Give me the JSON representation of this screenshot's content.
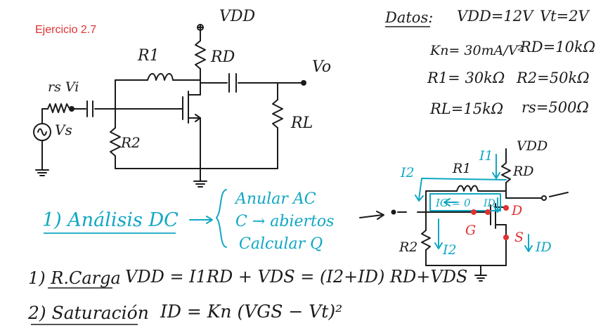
{
  "title": "Ejercicio 2.7",
  "colors": {
    "ink": "#1b1b1b",
    "blue": "#10a7c3",
    "red": "#e03131",
    "title": "#e03131"
  },
  "circuit": {
    "vdd": "VDD",
    "r1": "R1",
    "rd": "RD",
    "vo": "Vo",
    "rs_vi": "rs Vi",
    "vs": "Vs",
    "r2": "R2",
    "rl": "RL"
  },
  "datos": {
    "heading": "Datos:",
    "vdd": "VDD=12V",
    "vt": "Vt=2V",
    "kn": "Kn= 30mA/V²",
    "rd": "RD=10kΩ",
    "r1": "R1= 30kΩ",
    "r2": "R2=50kΩ",
    "rl": "RL=15kΩ",
    "rs": "rs=500Ω"
  },
  "dc_circuit": {
    "vdd": "VDD",
    "i1": "I1",
    "i2": "I2",
    "r1": "R1",
    "rd": "RD",
    "ig": "IG = 0",
    "id_top": "ID",
    "d": "D",
    "g": "G",
    "s": "S",
    "id_s": "ID",
    "r2": "R2",
    "i2b": "I2"
  },
  "steps": {
    "s1_label": "1) Análisis DC",
    "brace_1": "Anular AC",
    "brace_2": "C → abiertos",
    "brace_3": "Calcular Q",
    "s1b_label": "1) R.Carga",
    "s1b_eq": "VDD = I1RD + VDS = (I2+ID) RD+VDS",
    "s2_label": "2) Saturación",
    "s2_eq": "ID = Kn (VGS − Vt)²"
  }
}
